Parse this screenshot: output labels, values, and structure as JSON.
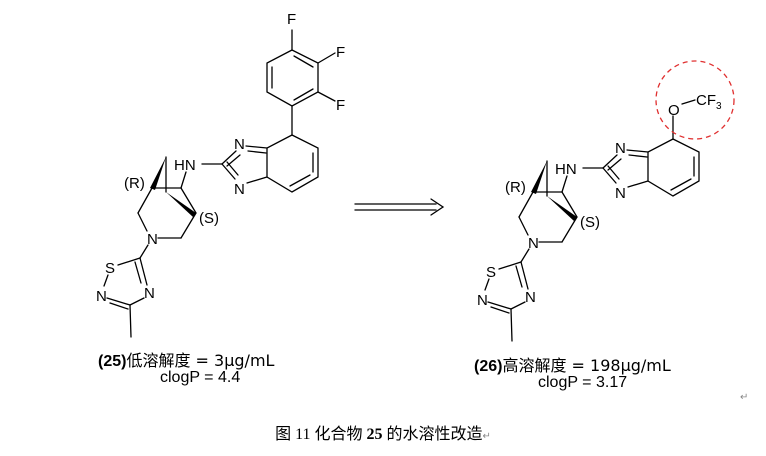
{
  "compound_25": {
    "number": "(25)",
    "solubility_label": "低溶解度 = 3µg/mL",
    "clogp": "clogP = 4.4",
    "atoms": {
      "F1": "F",
      "F2": "F",
      "F3": "F",
      "HN": "HN",
      "N_im1": "N",
      "N_im2": "N",
      "N_pip": "N",
      "S": "S",
      "N_td1": "N",
      "N_td2": "N",
      "R": "(R)",
      "Slabel": "(S)"
    }
  },
  "compound_26": {
    "number": "(26)",
    "solubility_label": "高溶解度 = 198µg/mL",
    "clogp": "clogP = 3.17",
    "atoms": {
      "O": "O",
      "CF": "CF",
      "sub3": "3",
      "HN": "HN",
      "N_im1": "N",
      "N_im2": "N",
      "N_pip": "N",
      "S": "S",
      "N_td1": "N",
      "N_td2": "N",
      "R": "(R)",
      "Slabel": "(S)"
    }
  },
  "caption": {
    "prefix": "图 11  化合物 ",
    "bold": "25",
    "suffix": " 的水溶性改造"
  },
  "return_mark": "↵",
  "colors": {
    "highlight": "#e03030"
  }
}
